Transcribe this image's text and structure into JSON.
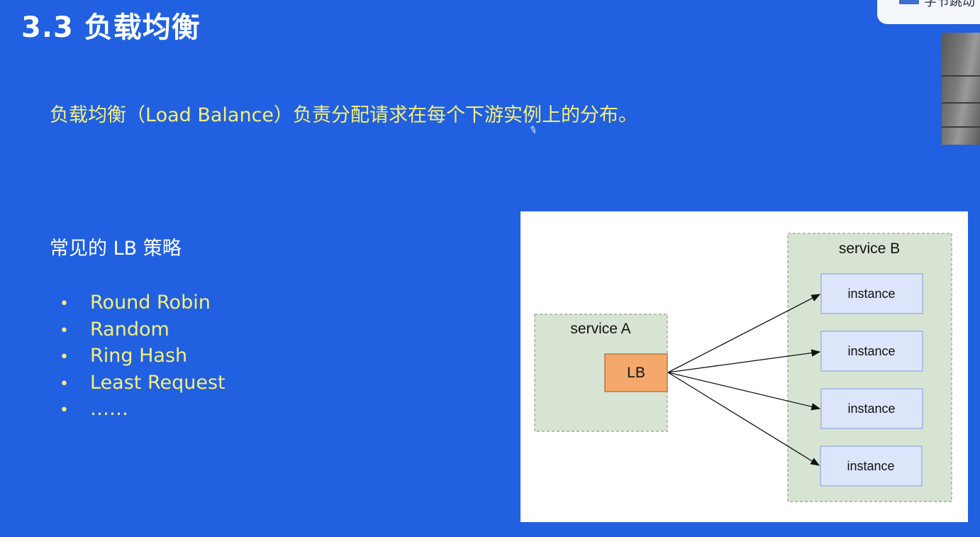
{
  "slide": {
    "title": "3.3 负载均衡",
    "intro": "负载均衡（Load Balance）负责分配请求在每个下游实例上的分布。",
    "strategies_heading": "常见的 LB 策略",
    "strategies": [
      "Round Robin",
      "Random",
      "Ring Hash",
      "Least Request",
      "……"
    ],
    "bullet_glyph": "•",
    "text_color": "#f5ef7e",
    "background_color": "#2160e0"
  },
  "corner_widget": {
    "label": "字节跳动"
  },
  "diagram": {
    "service_a": {
      "label": "service A",
      "lb_label": "LB",
      "lb_color": "#f4a86b",
      "box_color": "#d8e4d3"
    },
    "service_b": {
      "label": "service B",
      "box_color": "#d8e4d3"
    },
    "instances": [
      "instance",
      "instance",
      "instance",
      "instance"
    ],
    "instance_color": "#dce5fa"
  },
  "icons": [
    "pencil-cursor-icon",
    "logo-icon",
    "bullet-icon"
  ]
}
